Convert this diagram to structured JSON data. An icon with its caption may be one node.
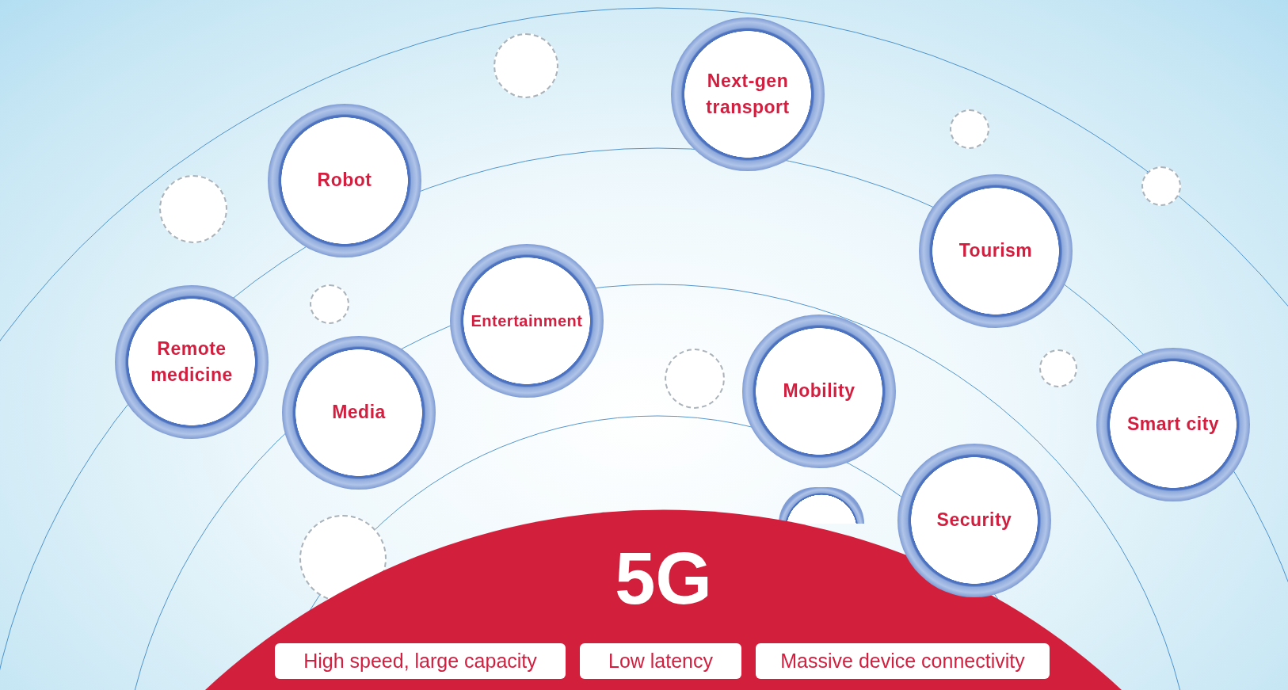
{
  "diagram": {
    "nodes": [
      {
        "text": [
          "Next-gen transport"
        ]
      },
      {
        "text": [
          "Robot"
        ]
      },
      {
        "text": [
          "Tourism"
        ]
      },
      {
        "text": [
          "Entertainment"
        ]
      },
      {
        "text": [
          "Remote medicine"
        ]
      },
      {
        "text": [
          "Mobility"
        ]
      },
      {
        "text": [
          "Media"
        ]
      },
      {
        "text": [
          "Smart city"
        ]
      },
      {
        "text": [
          "Security"
        ]
      },
      {
        "text": [],
        "shape": "ring"
      },
      {
        "text": [
          "5G"
        ]
      },
      {
        "text": [
          "High speed, large capacity"
        ],
        "in": 10
      },
      {
        "text": [
          "Low latency"
        ],
        "in": 10
      },
      {
        "text": [
          "Massive device connectivity"
        ],
        "in": 10
      },
      {
        "text": [],
        "shape": "circle"
      },
      {
        "text": [],
        "shape": "circle"
      },
      {
        "text": [],
        "shape": "circle"
      },
      {
        "text": [],
        "shape": "circle"
      },
      {
        "text": [],
        "shape": "circle"
      },
      {
        "text": [],
        "shape": "circle"
      },
      {
        "text": [],
        "shape": "circle"
      },
      {
        "text": [],
        "shape": "circle"
      }
    ]
  }
}
